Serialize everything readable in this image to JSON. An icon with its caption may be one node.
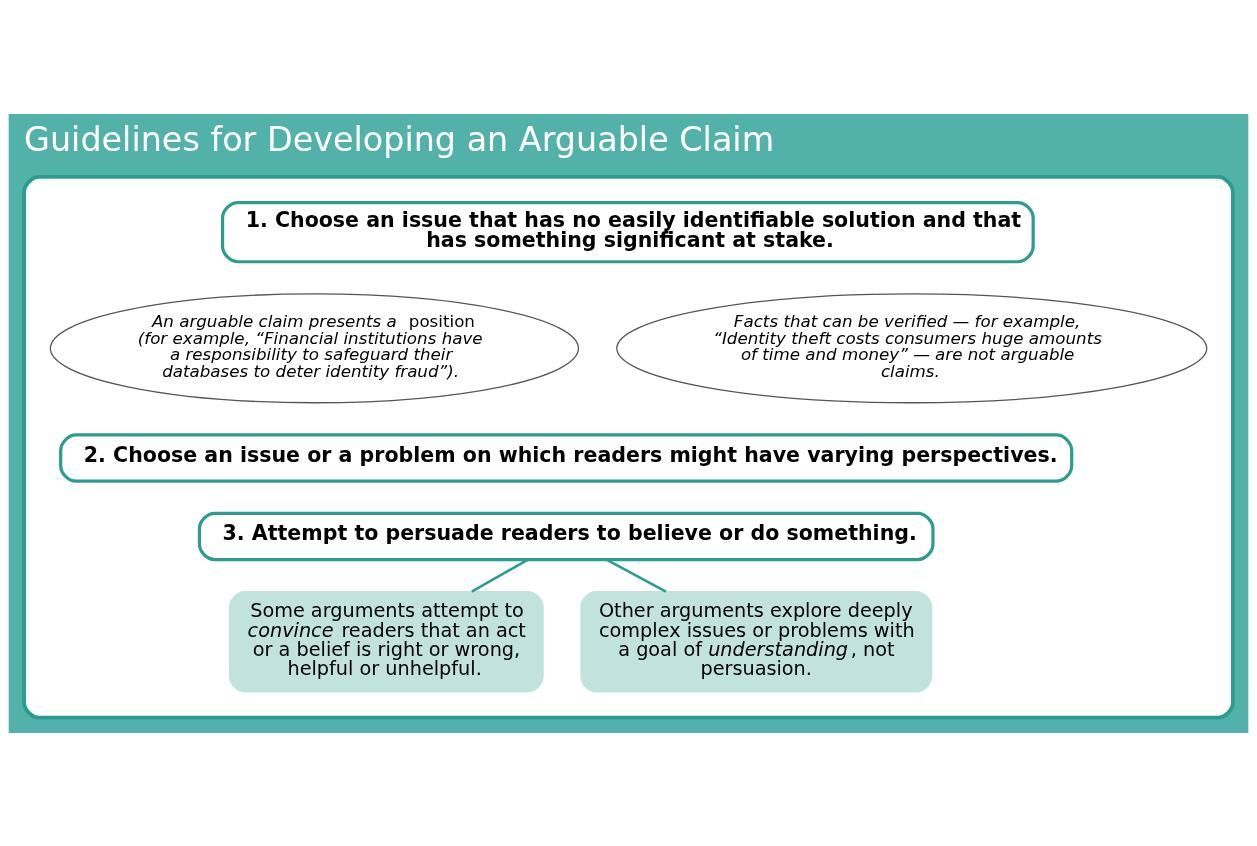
{
  "diagram": {
    "title": "Guidelines for Developing an Arguable Claim",
    "nodes": [
      {
        "text": [],
        "shape": "box"
      },
      {
        "text": [
          "1. Choose an issue that has no easily identifiable solution and that has something significant at stake."
        ],
        "in": 0
      },
      {
        "text": [
          "*An arguable claim presents a* position *(for example, “Financial institutions have a responsibility to safeguard their databases to deter identity fraud”).*"
        ],
        "in": 0
      },
      {
        "text": [
          "*Facts that can be verified — for example, “Identity theft costs consumers huge amounts of time and money” — are not arguable claims.*"
        ],
        "in": 0
      },
      {
        "text": [
          "2. Choose an issue or a problem on which readers might have varying perspectives."
        ],
        "in": 0
      },
      {
        "text": [
          "3. Attempt to persuade readers to believe or do something."
        ],
        "in": 0
      },
      {
        "text": [
          "Some arguments attempt to *convince* readers that an act or a belief is right or wrong, helpful or unhelpful."
        ],
        "in": 0
      },
      {
        "text": [
          "Other arguments explore deeply complex issues or problems with a goal of *understanding*, not persuasion."
        ],
        "in": 0
      }
    ],
    "edges": [
      {
        "from": 5,
        "to": 6,
        "arrow": "none"
      },
      {
        "from": 5,
        "to": 7,
        "arrow": "none"
      }
    ]
  }
}
